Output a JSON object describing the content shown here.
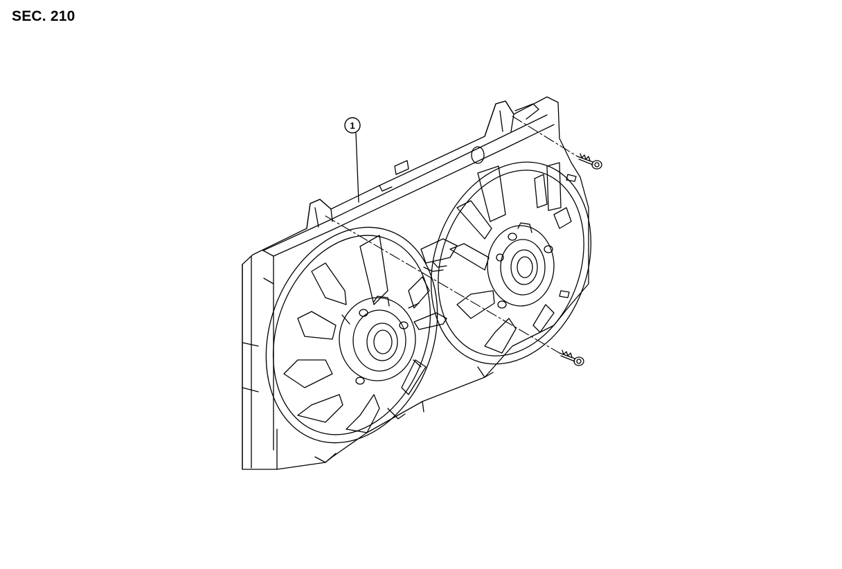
{
  "section": {
    "label": "SEC. 210"
  },
  "diagram": {
    "callouts": [
      {
        "number": "1",
        "part": "radiator-fan-shroud-assembly"
      }
    ],
    "line_color": "#000000",
    "background": "#ffffff"
  }
}
